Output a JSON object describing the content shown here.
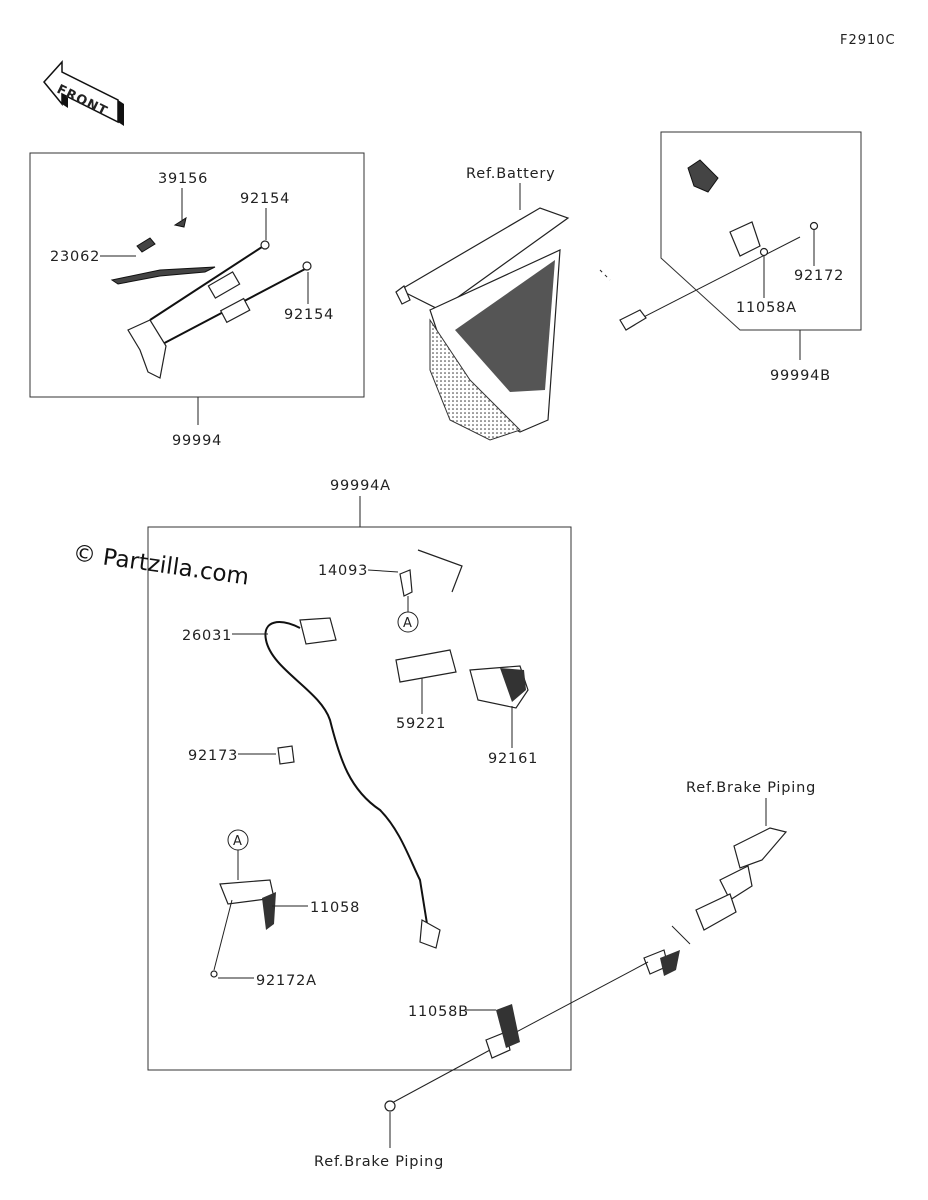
{
  "figure_code": "F2910C",
  "front_indicator": "FRONT",
  "watermark": "© Partzilla.com",
  "callouts": {
    "c39156": "39156",
    "c92154a": "92154",
    "c23062": "23062",
    "c92154b": "92154",
    "c99994": "99994",
    "cRefBattery": "Ref.Battery",
    "c92172": "92172",
    "c11058A": "11058A",
    "c99994B": "99994B",
    "c99994A": "99994A",
    "c14093": "14093",
    "cA1": "A",
    "c26031": "26031",
    "c59221": "59221",
    "c92161": "92161",
    "c92173": "92173",
    "cA2": "A",
    "c11058": "11058",
    "c92172A": "92172A",
    "cRefBrake1": "Ref.Brake Piping",
    "c11058B": "11058B",
    "cRefBrake2": "Ref.Brake Piping"
  }
}
